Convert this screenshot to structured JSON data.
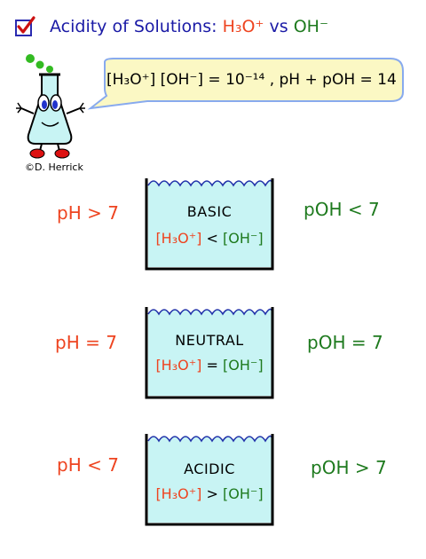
{
  "header": {
    "title_prefix": "Acidity of Solutions:",
    "h3o": "H₃O⁺",
    "vs": "vs",
    "oh": "OH⁻",
    "check_color": "#cc1111",
    "title_color": "#1a1aa6"
  },
  "mascot": {
    "icon": "flask-character",
    "credit": "©D. Herrick"
  },
  "bubble": {
    "equation": "[H₃O⁺] [OH⁻] = 10⁻¹⁴ ,  pH + pOH = 14",
    "fill": "#fbf8c4"
  },
  "solutions": [
    {
      "ph": "pH > 7",
      "name": "BASIC",
      "left": "[H₃O⁺]",
      "op": "<",
      "right": "[OH⁻]",
      "poh": "pOH < 7"
    },
    {
      "ph": "pH = 7",
      "name": "NEUTRAL",
      "left": "[H₃O⁺]",
      "op": "=",
      "right": "[OH⁻]",
      "poh": "pOH = 7"
    },
    {
      "ph": "pH < 7",
      "name": "ACIDIC",
      "left": "[H₃O⁺]",
      "op": ">",
      "right": "[OH⁻]",
      "poh": "pOH > 7"
    }
  ],
  "colors": {
    "acid_red": "#ee4420",
    "base_green": "#1e7a1e",
    "water": "#c8f4f4"
  }
}
